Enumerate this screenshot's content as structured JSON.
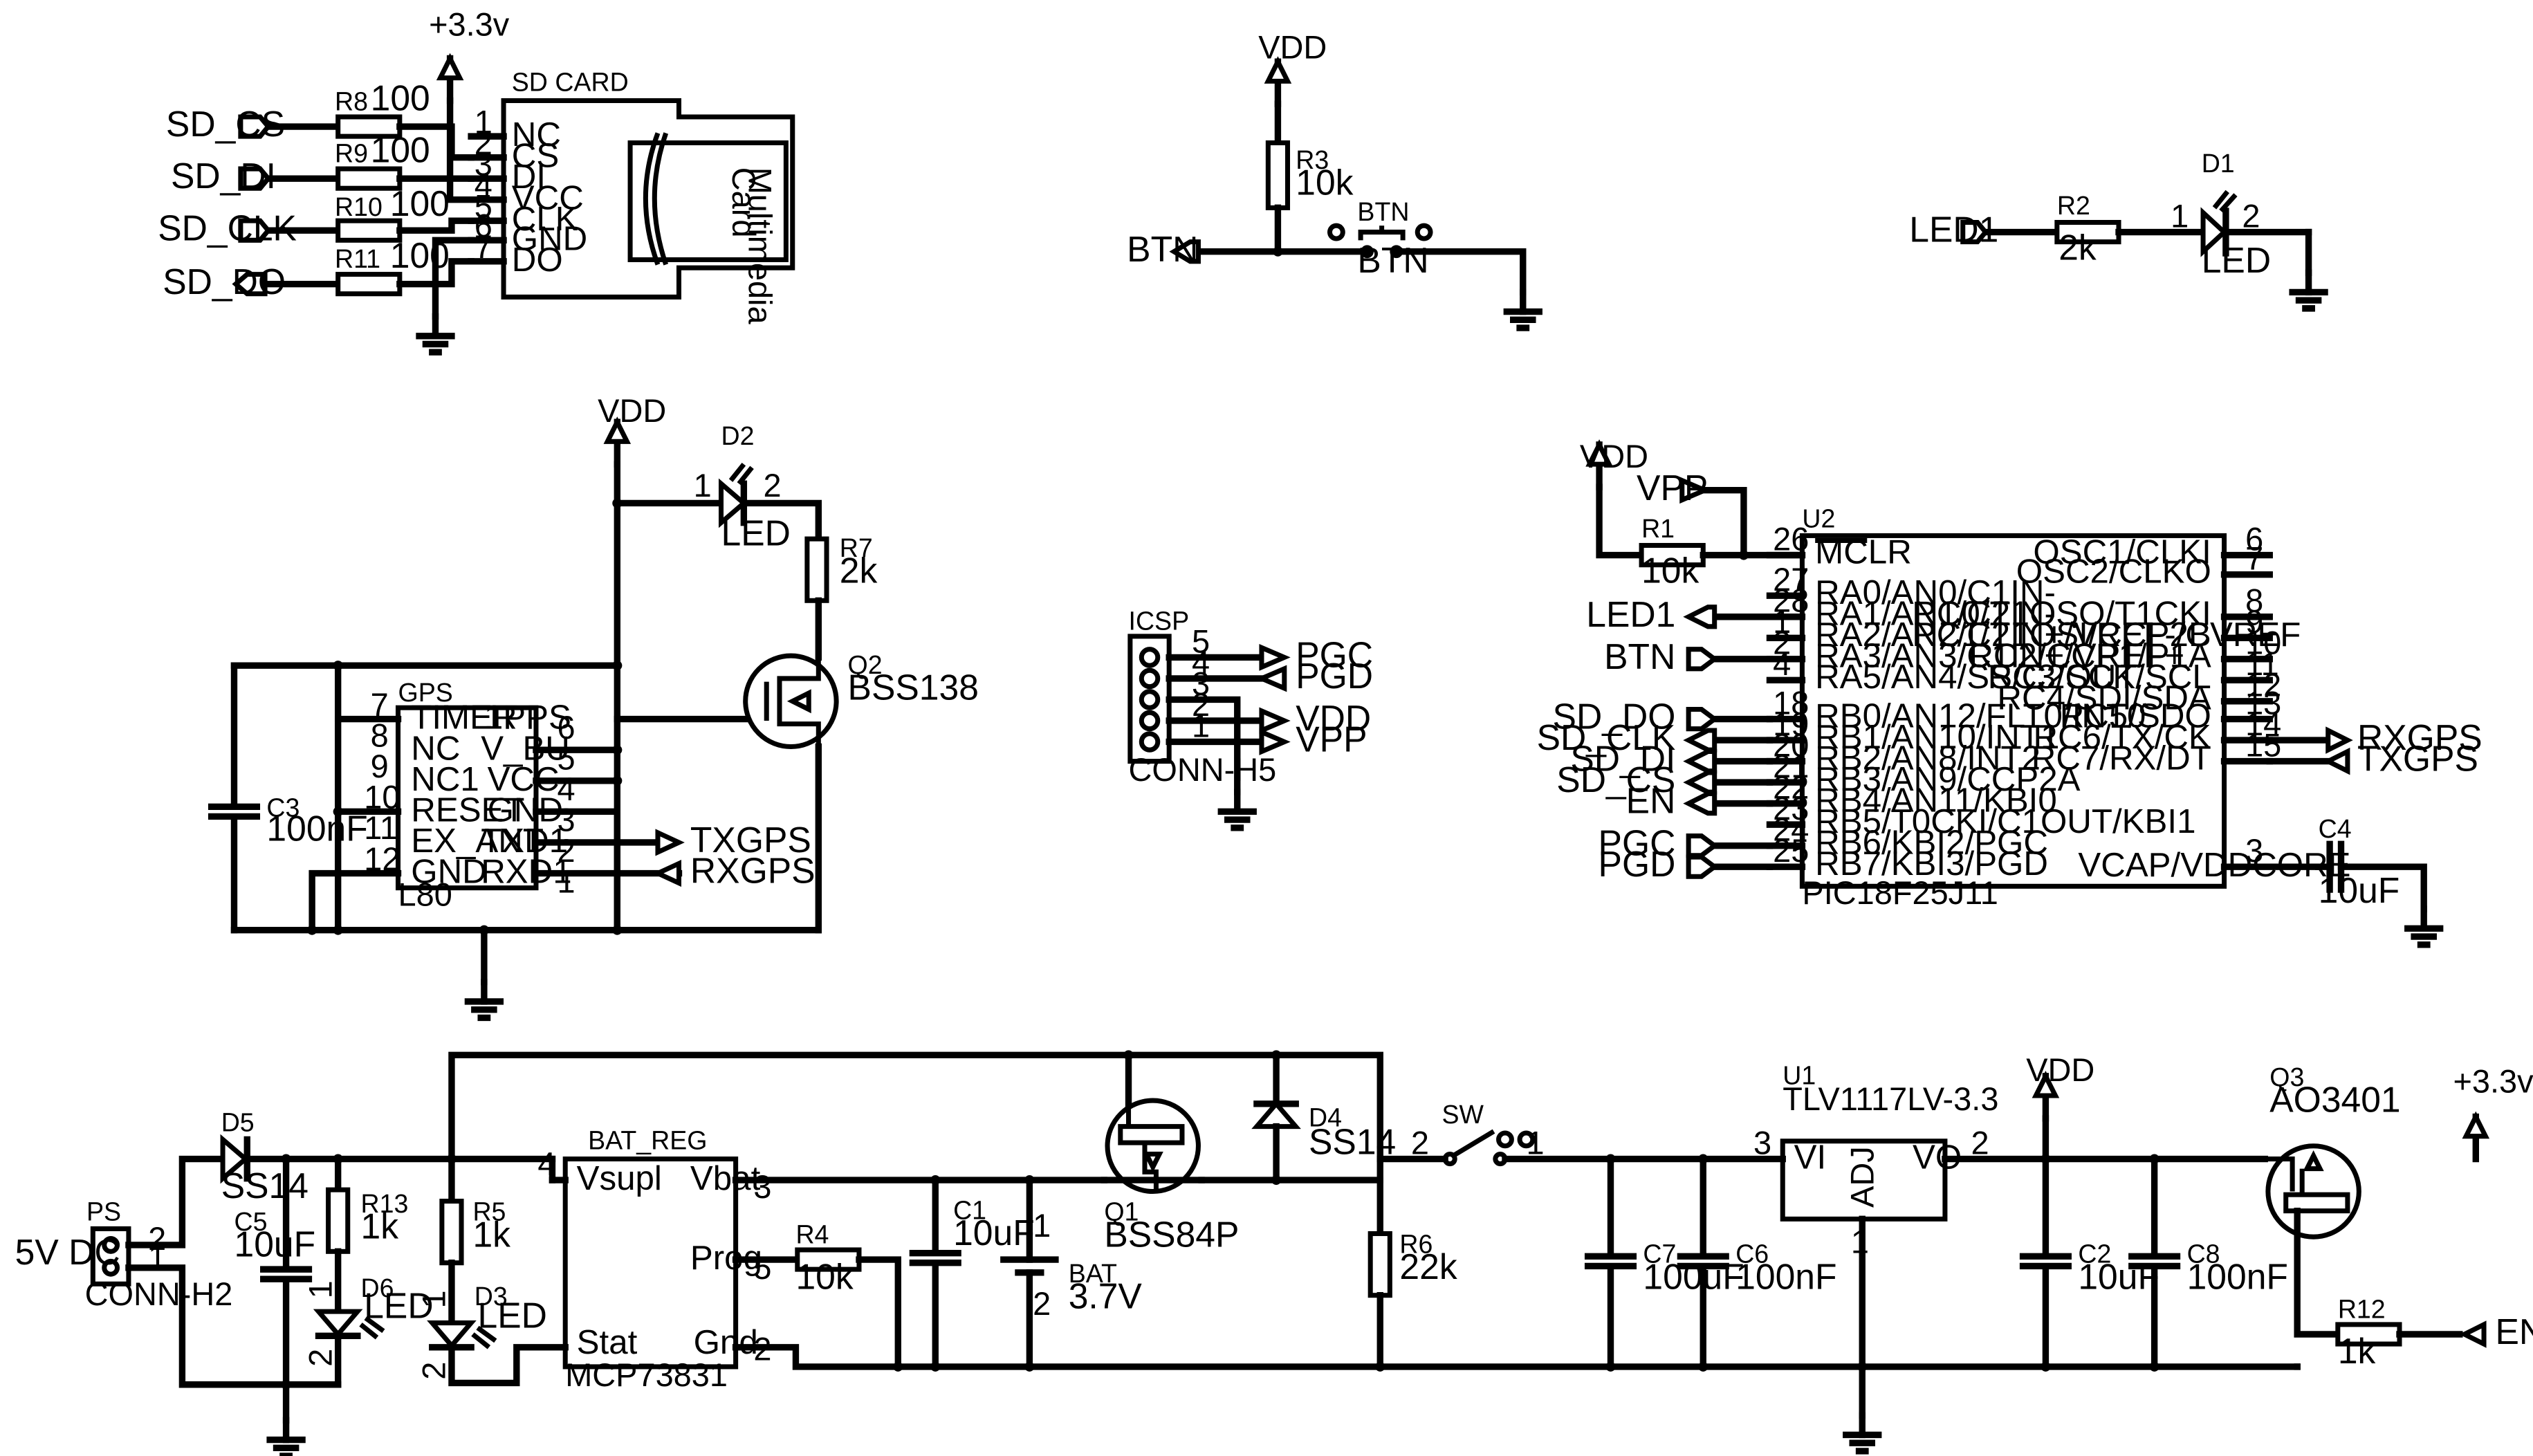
{
  "schematic": {
    "sd_card": {
      "ref": "SD CARD",
      "body_label": "Card Multimedia",
      "pins": [
        {
          "num": "1",
          "name": "NC"
        },
        {
          "num": "2",
          "name": "CS"
        },
        {
          "num": "3",
          "name": "DI"
        },
        {
          "num": "4",
          "name": "VCC"
        },
        {
          "num": "5",
          "name": "CLK"
        },
        {
          "num": "6",
          "name": "GND"
        },
        {
          "num": "7",
          "name": "DO"
        }
      ]
    },
    "sd_resistors": [
      {
        "ref": "R8",
        "value": "100",
        "net": "SD_CS"
      },
      {
        "ref": "R9",
        "value": "100",
        "net": "SD_DI"
      },
      {
        "ref": "R10",
        "value": "100",
        "net": "SD_CLK"
      },
      {
        "ref": "R11",
        "value": "100",
        "net": "SD_DO"
      }
    ],
    "btn_block": {
      "r3_ref": "R3",
      "r3_value": "10k",
      "sw_ref": "BTN",
      "sw_value": "BTN",
      "net": "BTN",
      "vdd": "VDD"
    },
    "led_block": {
      "net": "LED1",
      "r2_ref": "R2",
      "r2_value": "2k",
      "d1_ref": "D1",
      "d1_value": "LED",
      "pin1": "1",
      "pin2": "2"
    },
    "gps": {
      "ref": "GPS",
      "part": "L80",
      "left_pins": [
        {
          "num": "7",
          "name": "TIMER"
        },
        {
          "num": "8",
          "name": "NC"
        },
        {
          "num": "9",
          "name": "NC1"
        },
        {
          "num": "10",
          "name": "RESET"
        },
        {
          "num": "11",
          "name": "EX_ANT"
        },
        {
          "num": "12",
          "name": "GND"
        }
      ],
      "right_pins": [
        {
          "num": "6",
          "name": "1PPS"
        },
        {
          "num": "5",
          "name": "V_BU"
        },
        {
          "num": "4",
          "name": "VCC"
        },
        {
          "num": "3",
          "name": "GND"
        },
        {
          "num": "2",
          "name": "TXD1"
        },
        {
          "num": "1",
          "name": "RXD1"
        }
      ],
      "c3_ref": "C3",
      "c3_value": "100nF",
      "d2_ref": "D2",
      "d2_value": "LED",
      "r7_ref": "R7",
      "r7_value": "2k",
      "q2_ref": "Q2",
      "q2_value": "BSS138",
      "vdd": "VDD",
      "txgps": "TXGPS",
      "rxgps": "RXGPS"
    },
    "icsp": {
      "ref": "ICSP",
      "part": "CONN-H5",
      "pins": [
        {
          "num": "5",
          "net": "PGC"
        },
        {
          "num": "4",
          "net": "PGD"
        },
        {
          "num": "3",
          "net": ""
        },
        {
          "num": "2",
          "net": "VDD"
        },
        {
          "num": "1",
          "net": "VPP"
        }
      ]
    },
    "mcu": {
      "ref": "U2",
      "part": "PIC18F25J11",
      "vdd": "VDD",
      "vpp": "VPP",
      "r1_ref": "R1",
      "r1_value": "10k",
      "left_pins": [
        {
          "num": "26",
          "name": "MCLR",
          "net": ""
        },
        {
          "num": "27",
          "name": "RA0/AN0/C1IN-",
          "net": ""
        },
        {
          "num": "28",
          "name": "RA1/AN1/C2IN-",
          "net": "LED1"
        },
        {
          "num": "1",
          "name": "RA2/AN2/C2IN+/VREF-/CVREF",
          "net": ""
        },
        {
          "num": "2",
          "name": "RA3/AN3/C1IN+/VREF+",
          "net": "BTN"
        },
        {
          "num": "4",
          "name": "RA5/AN4/SS/C2OUT",
          "net": ""
        },
        {
          "num": "18",
          "name": "RB0/AN12/FLT0/INT0",
          "net": "SD_DO"
        },
        {
          "num": "19",
          "name": "RB1/AN10/INT1",
          "net": "SD_CLK"
        },
        {
          "num": "20",
          "name": "RB2/AN8/INT2",
          "net": "SD_DI"
        },
        {
          "num": "21",
          "name": "RB3/AN9/CCP2A",
          "net": "SD_CS"
        },
        {
          "num": "22",
          "name": "RB4/AN11/KBI0",
          "net": "EN"
        },
        {
          "num": "23",
          "name": "RB5/T0CKI/C1OUT/KBI1",
          "net": ""
        },
        {
          "num": "24",
          "name": "RB6/KBI2/PGC",
          "net": "PGC"
        },
        {
          "num": "25",
          "name": "RB7/KBI3/PGD",
          "net": "PGD"
        }
      ],
      "right_pins": [
        {
          "num": "6",
          "name": "OSC1/CLKI",
          "net": ""
        },
        {
          "num": "7",
          "name": "OSC2/CLKO",
          "net": ""
        },
        {
          "num": "8",
          "name": "RC0/T1OSO/T1CKI",
          "net": ""
        },
        {
          "num": "9",
          "name": "RC1/T1OSI/CCP2B",
          "net": ""
        },
        {
          "num": "10",
          "name": "RC2/CCP1/P1A",
          "net": ""
        },
        {
          "num": "11",
          "name": "RC3/SCK/SCL",
          "net": ""
        },
        {
          "num": "12",
          "name": "RC4/SDI/SDA",
          "net": ""
        },
        {
          "num": "13",
          "name": "RC5/SDO",
          "net": ""
        },
        {
          "num": "14",
          "name": "RC6/TX/CK",
          "net": "RXGPS"
        },
        {
          "num": "15",
          "name": "RC7/RX/DT",
          "net": "TXGPS"
        }
      ],
      "vcap_pin": {
        "num": "3",
        "name": "VCAP/VDDCORE"
      },
      "c4_ref": "C4",
      "c4_value": "10uF"
    },
    "power": {
      "ps_ref": "PS",
      "ps_part": "CONN-H2",
      "ps_label": "5V DC",
      "d5_ref": "D5",
      "d5_value": "SS14",
      "c5_ref": "C5",
      "c5_value": "10uF",
      "r13_ref": "R13",
      "r13_value": "1k",
      "d6_ref": "D6",
      "d6_value": "LED",
      "r5_ref": "R5",
      "r5_value": "1k",
      "d3_ref": "D3",
      "d3_value": "LED",
      "reg_ref": "BAT_REG",
      "reg_part": "MCP73831",
      "reg_pins": [
        {
          "num": "4",
          "name": "Vsupl"
        },
        {
          "num": "3",
          "name": "Vbat"
        },
        {
          "num": "5",
          "name": "Prog"
        },
        {
          "num": "1",
          "name": "Stat"
        },
        {
          "num": "2",
          "name": "Gnd"
        }
      ],
      "r4_ref": "R4",
      "r4_value": "10k",
      "c1_ref": "C1",
      "c1_value": "10uF",
      "bat_ref": "BAT",
      "bat_value": "3.7V",
      "q1_ref": "Q1",
      "q1_value": "BSS84P",
      "d4_ref": "D4",
      "d4_value": "SS14",
      "r6_ref": "R6",
      "r6_value": "22k",
      "sw_ref": "SW",
      "c7_ref": "C7",
      "c7_value": "100uF",
      "c6_ref": "C6",
      "c6_value": "100nF",
      "u1_ref": "U1",
      "u1_part": "TLV1117LV-3.3",
      "u1_pins": [
        {
          "num": "3",
          "name": "VI"
        },
        {
          "num": "2",
          "name": "VO"
        },
        {
          "num": "1",
          "name": "ADJ"
        }
      ],
      "c2_ref": "C2",
      "c2_value": "10uF",
      "c8_ref": "C8",
      "c8_value": "100nF",
      "q3_ref": "Q3",
      "q3_value": "AO3401",
      "r12_ref": "R12",
      "r12_value": "1k",
      "vdd": "VDD",
      "v33": "+3.3v",
      "en": "EN"
    }
  }
}
